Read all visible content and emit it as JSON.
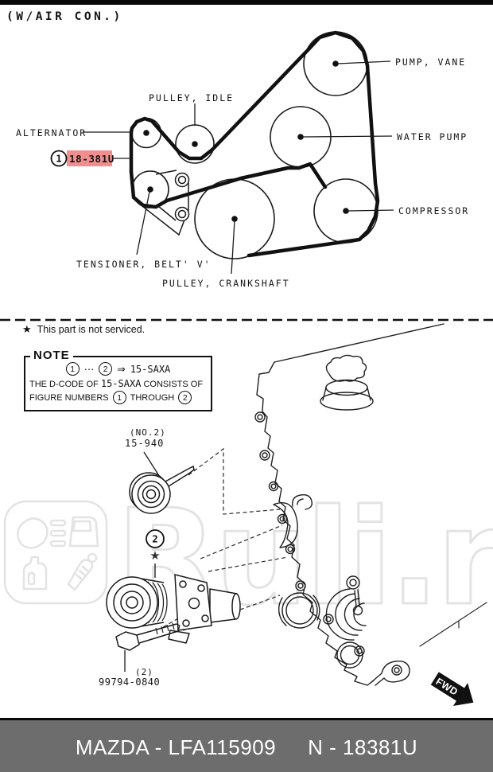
{
  "top_section": {
    "variant_label": "(W/AIR CON.)"
  },
  "belt_diagram": {
    "labels": {
      "pump_vane": "PUMP, VANE",
      "pulley_idle": "PULLEY, IDLE",
      "alternator": "ALTERNATOR",
      "water_pump": "WATER PUMP",
      "compressor": "COMPRESSOR",
      "tensioner": "TENSIONER, BELT' V'",
      "crankshaft": "PULLEY, CRANKSHAFT"
    },
    "highlight": {
      "ref_number": "1",
      "part_code": "18-381U",
      "bg_color": "#f18e8e",
      "text_color": "#8c1a1a"
    }
  },
  "note_section": {
    "star": "★",
    "not_serviced": "This part is not serviced.",
    "note_title": "NOTE",
    "rule_line": {
      "ref_from": "1",
      "ellipsis": "⋯",
      "ref_to": "2",
      "arrow": "⇒",
      "code": "15-SAXA"
    },
    "consists_line": {
      "prefix": "THE D-CODE OF",
      "code": "15-SAXA",
      "suffix": "CONSISTS OF"
    },
    "figures_line": {
      "prefix": "FIGURE NUMBERS",
      "ref_from": "1",
      "middle": "THROUGH",
      "ref_to": "2"
    }
  },
  "parts_diagram": {
    "idler_pulley": {
      "position": "(NO.2)",
      "part_code": "15-940"
    },
    "tensioner_assembly": {
      "ref_number": "2",
      "star": "★"
    },
    "mount_bolt": {
      "quantity": "(2)",
      "part_code": "99794-0840"
    },
    "fwd_arrow": {
      "label": "FWD"
    }
  },
  "watermark": {
    "text": "Ruli.ru",
    "color": "#e3e3e3",
    "logo_icons": [
      "headlight-icon",
      "car-door-icon",
      "oil-canister-icon",
      "shock-absorber-icon"
    ]
  },
  "footer": {
    "left_text": "MAZDA - LFA115909",
    "right_text": "N - 18381U",
    "bar_color": "#6d6d6d",
    "text_color": "#ffffff"
  }
}
